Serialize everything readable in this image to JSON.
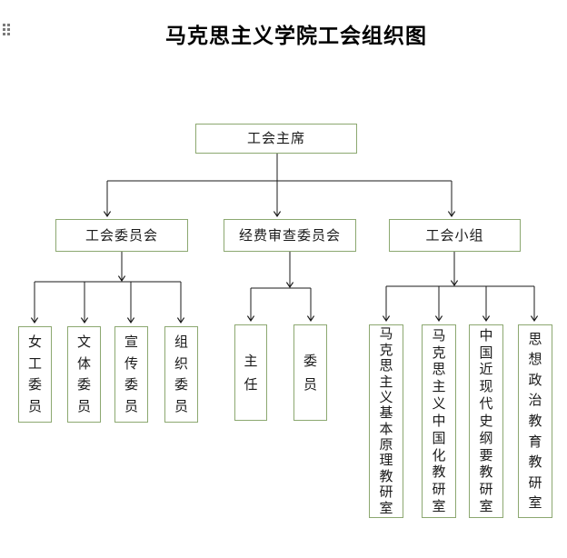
{
  "title": "马克思主义学院工会组织图",
  "colors": {
    "box_border": "#8CA870",
    "line": "#1a1a1a",
    "text": "#1a1a1a",
    "title_text": "#000000",
    "drag_dots": "#7a7a7a"
  },
  "icons": {
    "drag_handle": "grid-dots"
  },
  "org": {
    "root": {
      "label": "工会主席"
    },
    "groups": [
      {
        "parent": {
          "label": "工会委员会"
        },
        "children": [
          {
            "label": "女工委员"
          },
          {
            "label": "文体委员"
          },
          {
            "label": "宣传委员"
          },
          {
            "label": "组织委员"
          }
        ]
      },
      {
        "parent": {
          "label": "经费审查委员会"
        },
        "children": [
          {
            "label": "主任"
          },
          {
            "label": "委员"
          }
        ]
      },
      {
        "parent": {
          "label": "工会小组"
        },
        "children": [
          {
            "label": "马克思主义基本原理教研室"
          },
          {
            "label": "马克思主义中国化教研室"
          },
          {
            "label": "中国近现代史纲要教研室"
          },
          {
            "label": "思想政治教育教研室"
          }
        ]
      }
    ]
  }
}
